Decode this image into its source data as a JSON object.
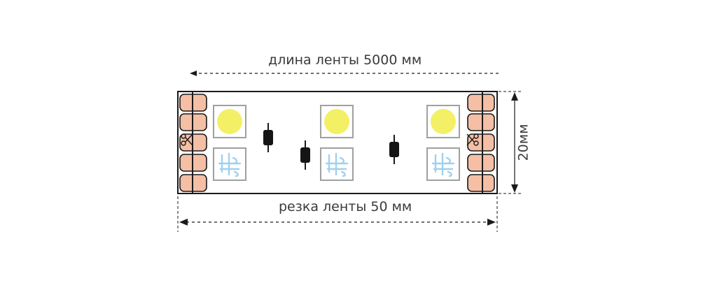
{
  "labels": {
    "length": "длина ленты 5000 мм",
    "cut": "резка ленты 50 мм",
    "width": "20мм"
  },
  "colors": {
    "stroke": "#1a1a1a",
    "pad": "#f4bfa5",
    "led_warm": "#f3f065",
    "led_cool_trace": "#9fd1ee",
    "chip_border": "#a0a0a0",
    "resistor": "#151515"
  },
  "icons": [
    "scissors-icon"
  ]
}
